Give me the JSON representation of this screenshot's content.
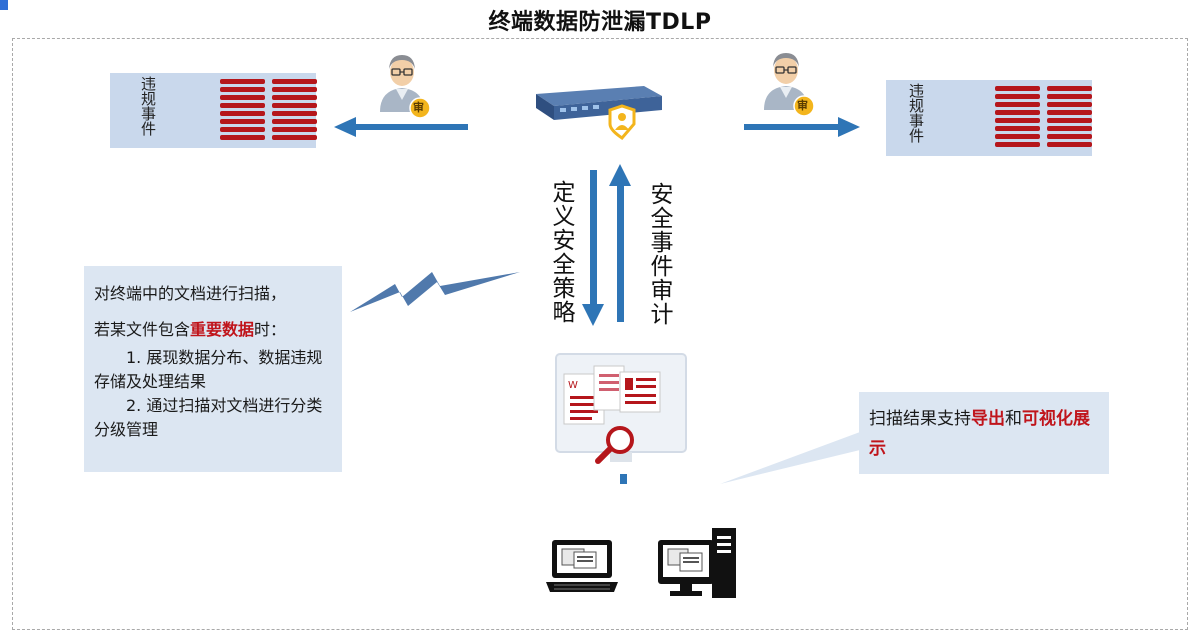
{
  "title": "终端数据防泄漏TDLP",
  "left_panel": {
    "label": "违规事件"
  },
  "right_panel": {
    "label": "违规事件"
  },
  "audit_badge": "审",
  "flow": {
    "down_label": "定义安全策略",
    "up_label": "安全事件审计"
  },
  "scan_box": {
    "line1": "对终端中的文档进行扫描，",
    "line2_prefix": "若某文件包含",
    "line2_highlight": "重要数据",
    "line2_suffix": "时：",
    "item1": "1. 展现数据分布、数据违规存储及处理结果",
    "item2": "2. 通过扫描对文档进行分类分级管理"
  },
  "export_box": {
    "prefix": "扫描结果支持",
    "highlight1": "导出",
    "middle": "和",
    "highlight2": "可视化展示"
  },
  "colors": {
    "accent_blue": "#2e75b6",
    "highlight_red": "#c0141b",
    "panel_blue": "#c9d8ec",
    "box_blue": "#dce6f2"
  },
  "icons": [
    "user-auditor-icon",
    "gateway-appliance-icon",
    "document-scan-monitor-icon",
    "laptop-icon",
    "desktop-pc-icon"
  ]
}
